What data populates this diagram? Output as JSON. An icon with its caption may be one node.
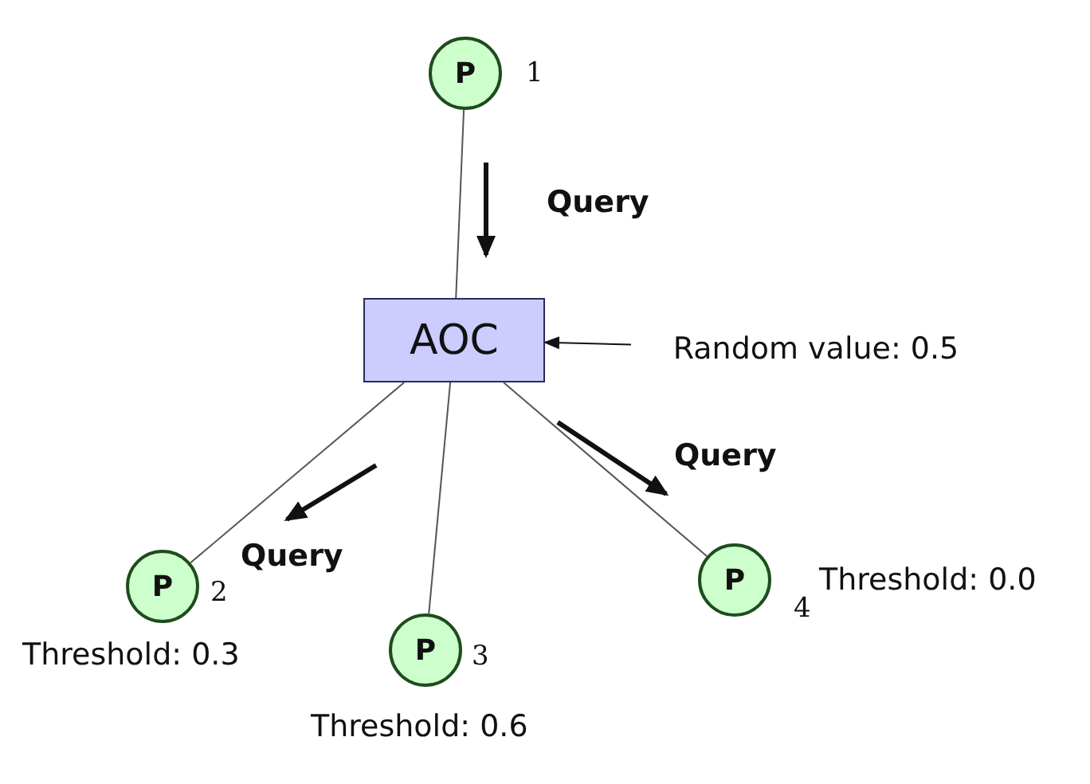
{
  "diagram": {
    "nodes": [
      {
        "text": [
          "P"
        ],
        "beside": [
          "1"
        ]
      },
      {
        "text": [
          "AOC"
        ]
      },
      {
        "text": [
          "Random value: 0.5"
        ]
      },
      {
        "text": [
          "P"
        ],
        "beside": [
          "2",
          "Threshold: 0.3"
        ]
      },
      {
        "text": [
          "P"
        ],
        "beside": [
          "3",
          "Threshold: 0.6"
        ]
      },
      {
        "text": [
          "P"
        ],
        "beside": [
          "4",
          "Threshold: 0.0"
        ]
      }
    ],
    "edges": [
      {
        "from": 0,
        "to": 1,
        "arrow": "none",
        "label": "Query"
      },
      {
        "from": 1,
        "to": 3,
        "arrow": "none",
        "label": "Query"
      },
      {
        "from": 1,
        "to": 4,
        "arrow": "none"
      },
      {
        "from": 1,
        "to": 5,
        "arrow": "none",
        "label": "Query"
      },
      {
        "from": 2,
        "to": 1,
        "arrow": "to"
      }
    ]
  }
}
